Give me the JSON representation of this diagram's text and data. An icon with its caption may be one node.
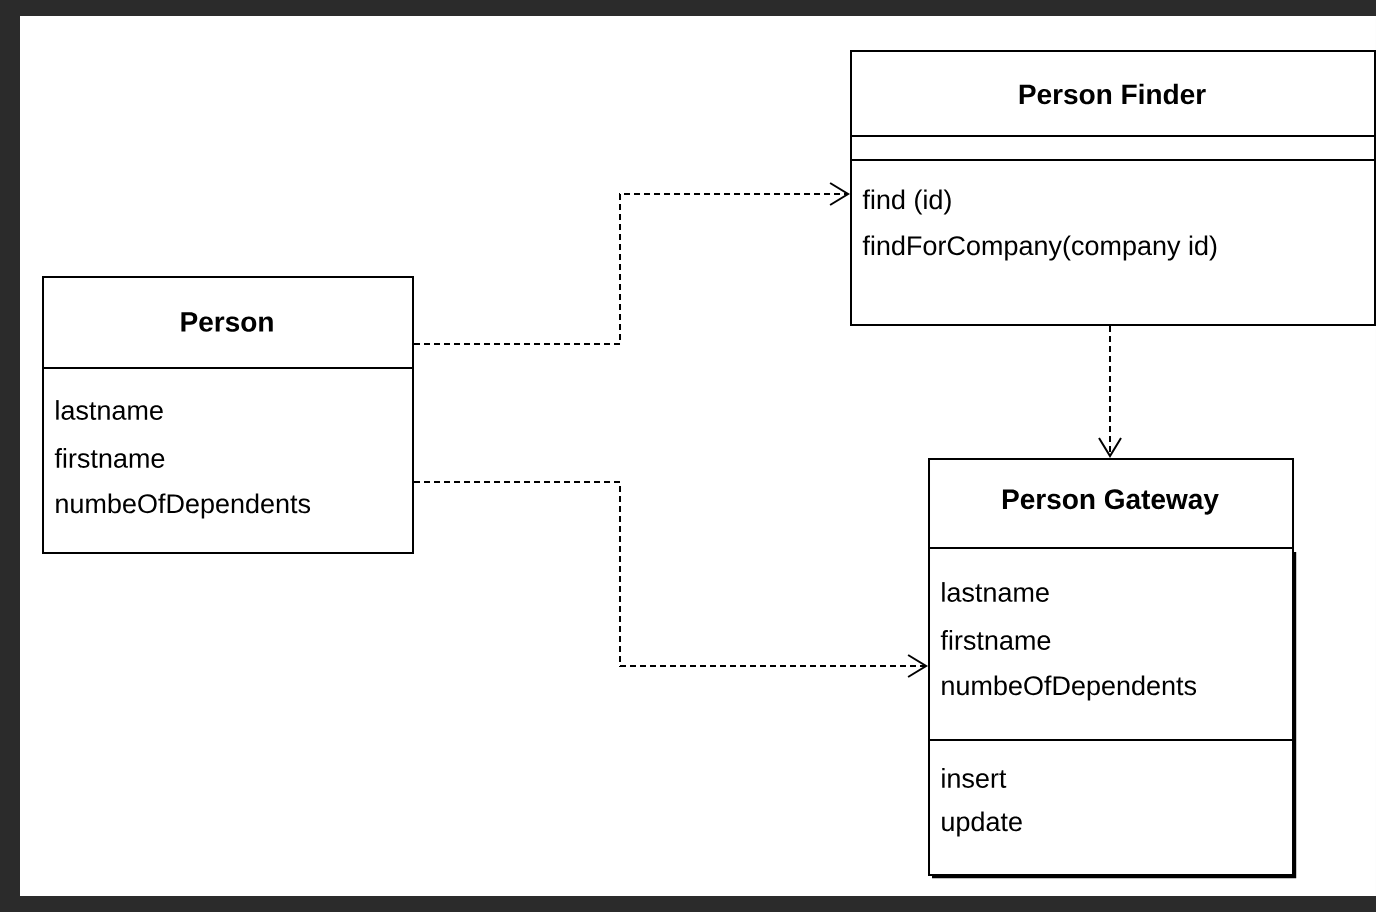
{
  "diagram": {
    "nodes": [
      {
        "text": [
          "Person",
          "lastname",
          "firstname",
          "numbeOfDependents"
        ]
      },
      {
        "text": [
          "Person Finder",
          "find (id)",
          "findForCompany(company id)"
        ]
      },
      {
        "text": [
          "Person Gateway",
          "lastname",
          "firstname",
          "numbeOfDependents",
          "insert",
          "update"
        ]
      }
    ],
    "edges": [
      {
        "from": 0,
        "to": 1,
        "arrow": "to",
        "style": "dashed"
      },
      {
        "from": 0,
        "to": 2,
        "arrow": "to",
        "style": "dashed"
      },
      {
        "from": 1,
        "to": 2,
        "arrow": "to",
        "style": "dashed"
      }
    ]
  }
}
